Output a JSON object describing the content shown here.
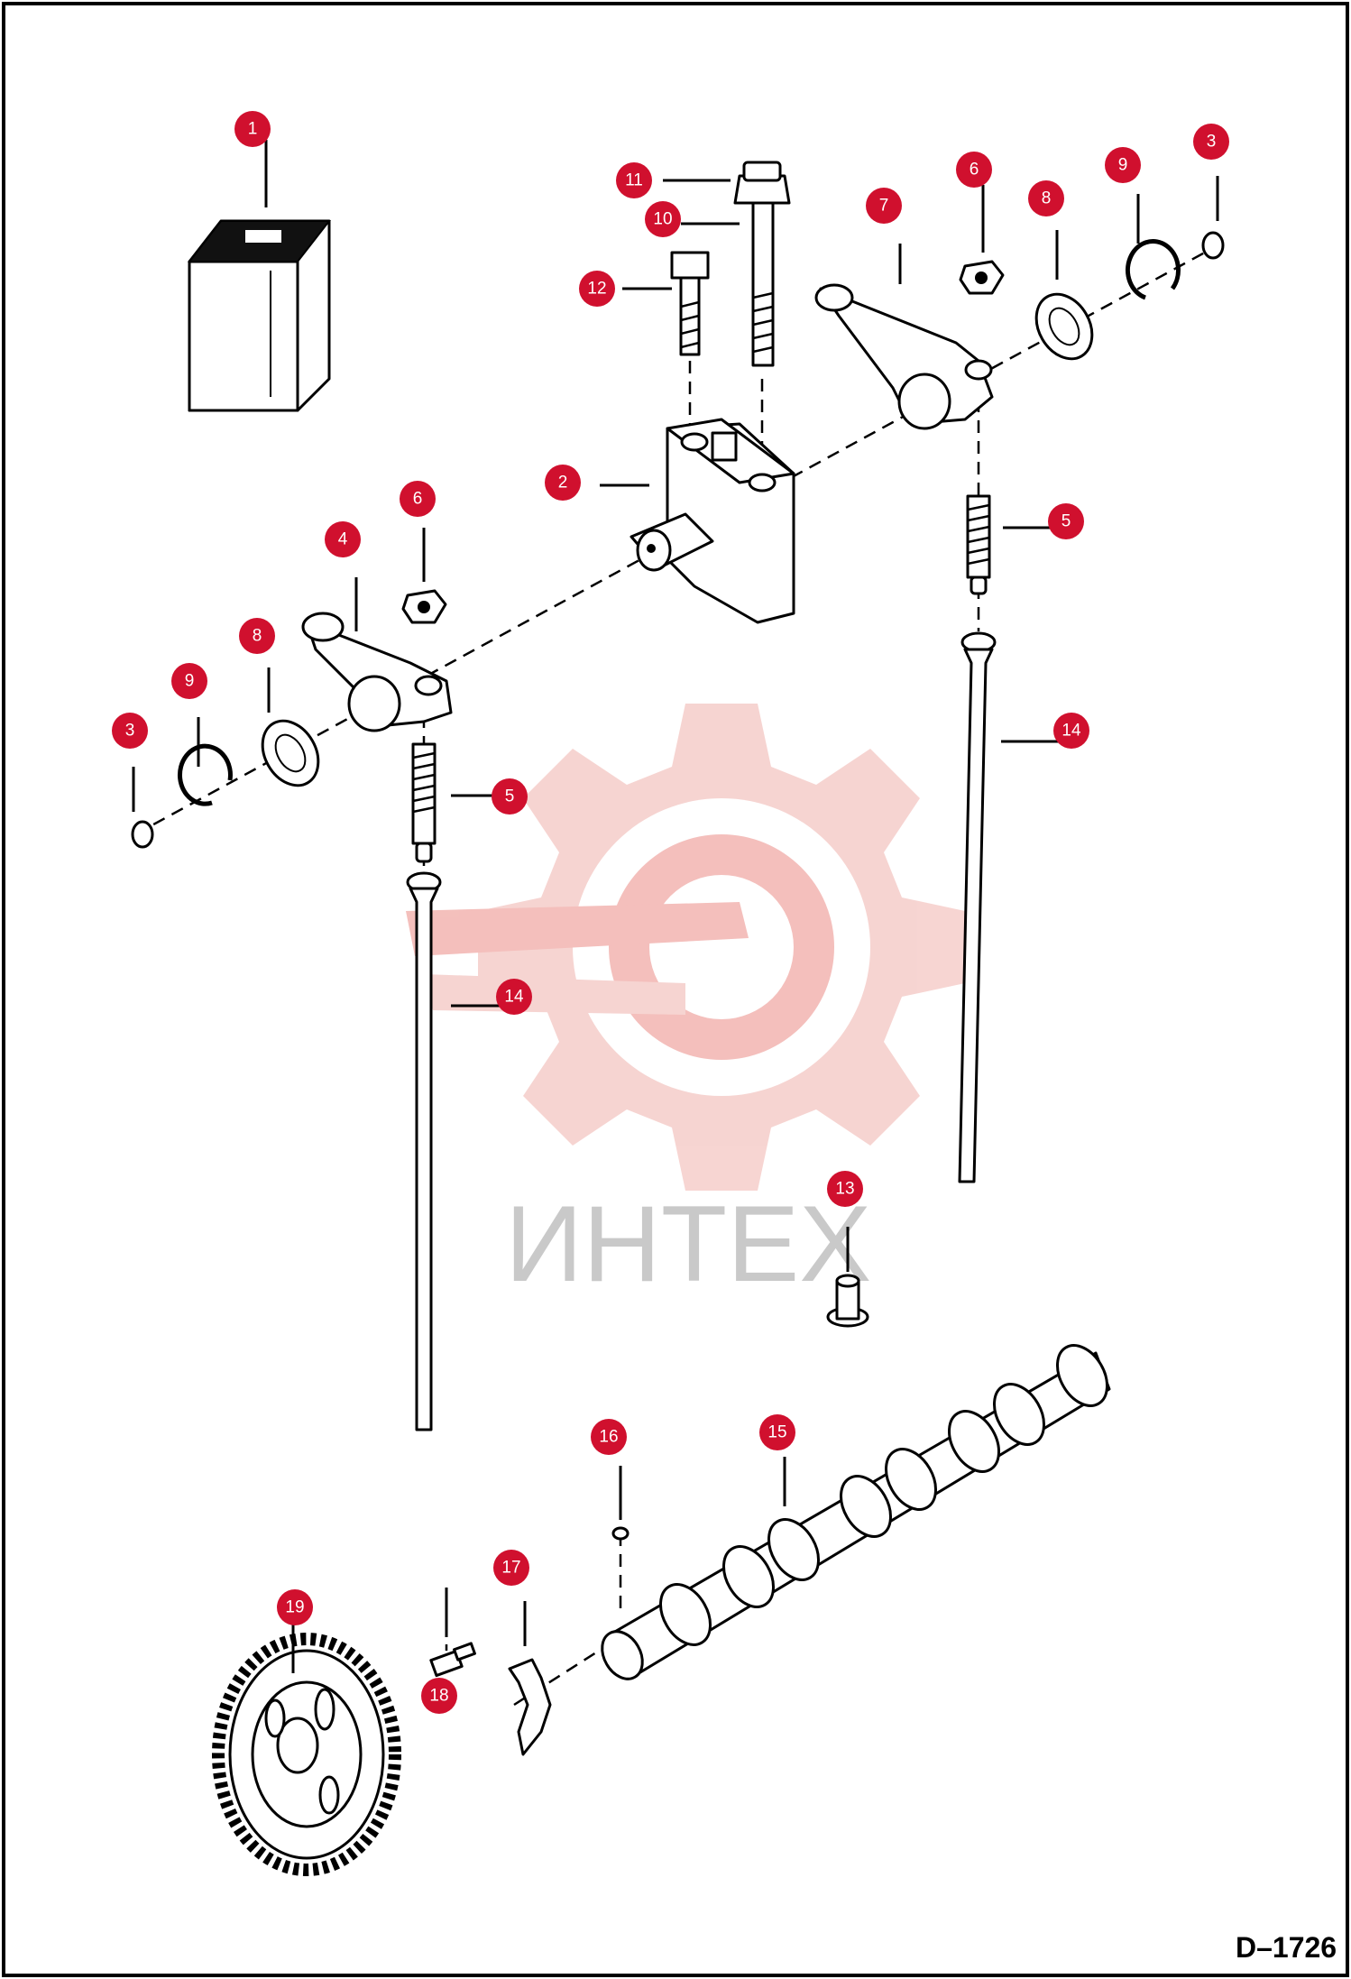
{
  "drawing": {
    "number": "D–1726",
    "watermark": "ИНТЕХ"
  },
  "callouts": [
    {
      "label": "1"
    },
    {
      "label": "11"
    },
    {
      "label": "10"
    },
    {
      "label": "12"
    },
    {
      "label": "7"
    },
    {
      "label": "6"
    },
    {
      "label": "8"
    },
    {
      "label": "9"
    },
    {
      "label": "3"
    },
    {
      "label": "2"
    },
    {
      "label": "5"
    },
    {
      "label": "6"
    },
    {
      "label": "4"
    },
    {
      "label": "8"
    },
    {
      "label": "9"
    },
    {
      "label": "3"
    },
    {
      "label": "5"
    },
    {
      "label": "14"
    },
    {
      "label": "14"
    },
    {
      "label": "13"
    },
    {
      "label": "16"
    },
    {
      "label": "15"
    },
    {
      "label": "17"
    },
    {
      "label": "19"
    },
    {
      "label": "18"
    }
  ],
  "colors": {
    "callout_fill": "#d0102e",
    "watermark": "#f4c7c4",
    "frame": "#000000"
  }
}
